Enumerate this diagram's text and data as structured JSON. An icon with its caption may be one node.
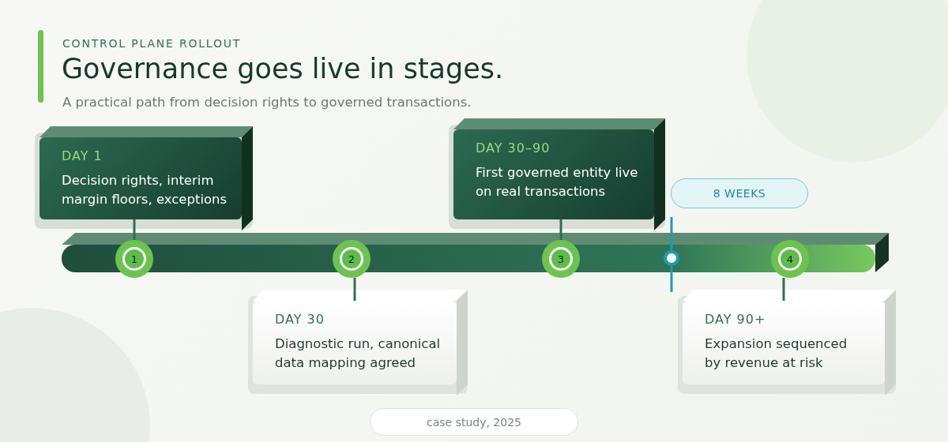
{
  "diagram": {
    "title": "Governance goes live in stages.",
    "nodes": [
      {
        "text": [
          "DAY 1",
          "Decision rights, interim margin floors, exceptions"
        ]
      },
      {
        "text": [
          "DAY 30–90",
          "First governed entity live on real transactions"
        ]
      },
      {
        "text": [
          "8 WEEKS"
        ]
      },
      {
        "text": [
          "1"
        ]
      },
      {
        "text": [
          "2"
        ]
      },
      {
        "text": [
          "3"
        ]
      },
      {
        "text": [],
        "shape": "circle"
      },
      {
        "text": [
          "4"
        ]
      },
      {
        "text": [
          "DAY 30",
          "Diagnostic run, canonical data mapping agreed"
        ]
      },
      {
        "text": [
          "DAY 90+",
          "Expansion sequenced by revenue at risk"
        ]
      }
    ],
    "edges": [
      {
        "from": 0,
        "to": 3,
        "arrow": "none"
      },
      {
        "from": 1,
        "to": 5,
        "arrow": "none"
      },
      {
        "from": 2,
        "to": 6,
        "arrow": "none",
        "color": "#1e9bb5"
      },
      {
        "from": 4,
        "to": 8,
        "arrow": "none"
      },
      {
        "from": 7,
        "to": 9,
        "arrow": "none"
      }
    ],
    "labels": [
      "CONTROL PLANE ROLLOUT",
      "A practical path from decision rights to governed transactions."
    ],
    "caption": "case study, 2025"
  }
}
